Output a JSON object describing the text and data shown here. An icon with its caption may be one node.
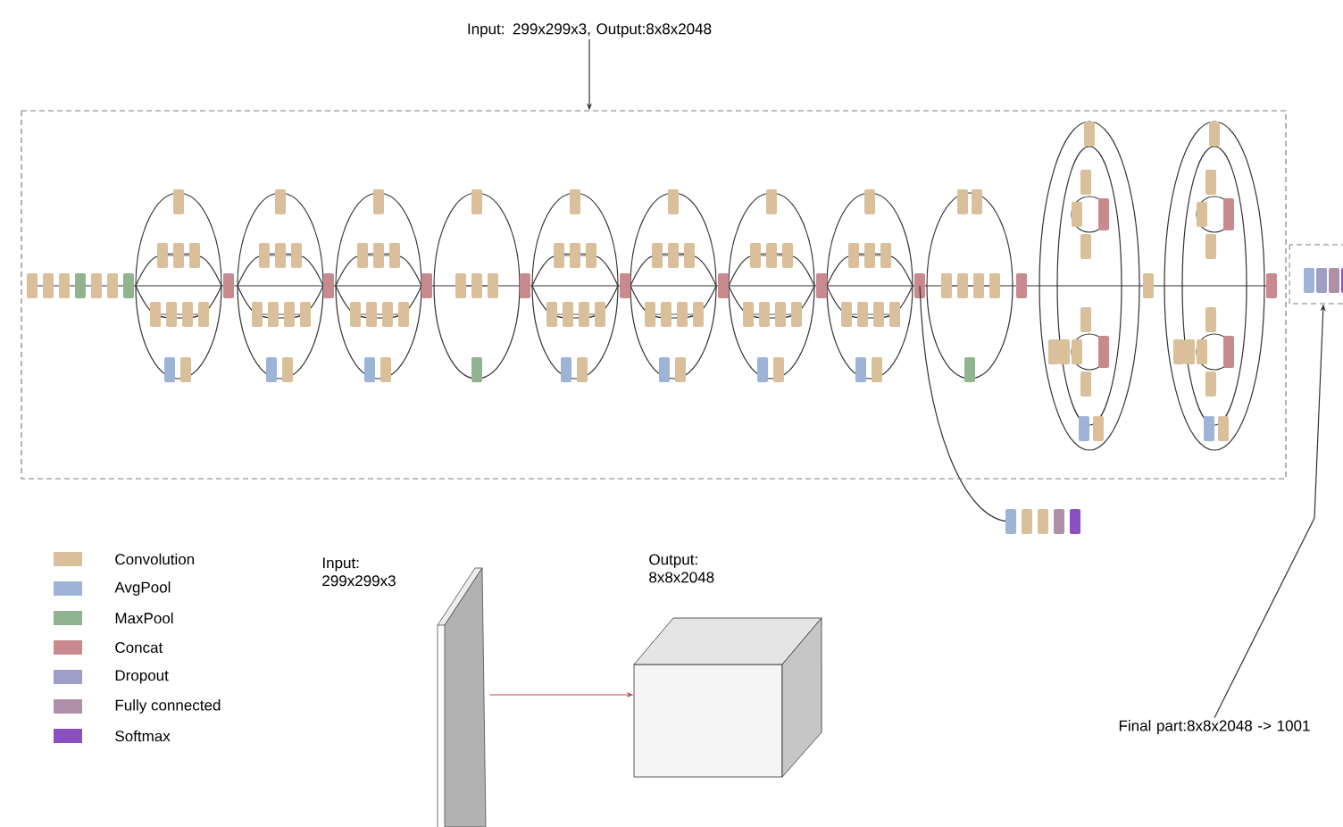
{
  "diagram": {
    "nodes": [
      {
        "text": [
          "Input: 299x299x3, Output:8x8x2048"
        ]
      },
      {
        "text": [],
        "shape": "box"
      },
      {
        "text": [
          "Final part:8x8x2048 -> 1001"
        ]
      },
      {
        "text": [],
        "shape": "box"
      },
      {
        "text": [],
        "shape": "box",
        "beside": [
          "Input: 299x299x3"
        ]
      },
      {
        "text": [],
        "shape": "box",
        "beside": [
          "Output: 8x8x2048"
        ]
      }
    ],
    "edges": [
      {
        "from": 0,
        "to": 1,
        "arrow": "to"
      },
      {
        "from": 2,
        "to": 3,
        "arrow": "to"
      },
      {
        "from": 4,
        "to": 5,
        "arrow": "to",
        "color": "#c0504d"
      }
    ],
    "legend": [
      {
        "text": "Convolution",
        "color": "#d9bf9a"
      },
      {
        "text": "AvgPool",
        "color": "#9db4d6"
      },
      {
        "text": "MaxPool",
        "color": "#8fb48f"
      },
      {
        "text": "Concat",
        "color": "#c98a8f"
      },
      {
        "text": "Dropout",
        "color": "#9e9ec8"
      },
      {
        "text": "Fully connected",
        "color": "#b08fa8"
      },
      {
        "text": "Softmax",
        "color": "#8a4fc0"
      }
    ]
  }
}
